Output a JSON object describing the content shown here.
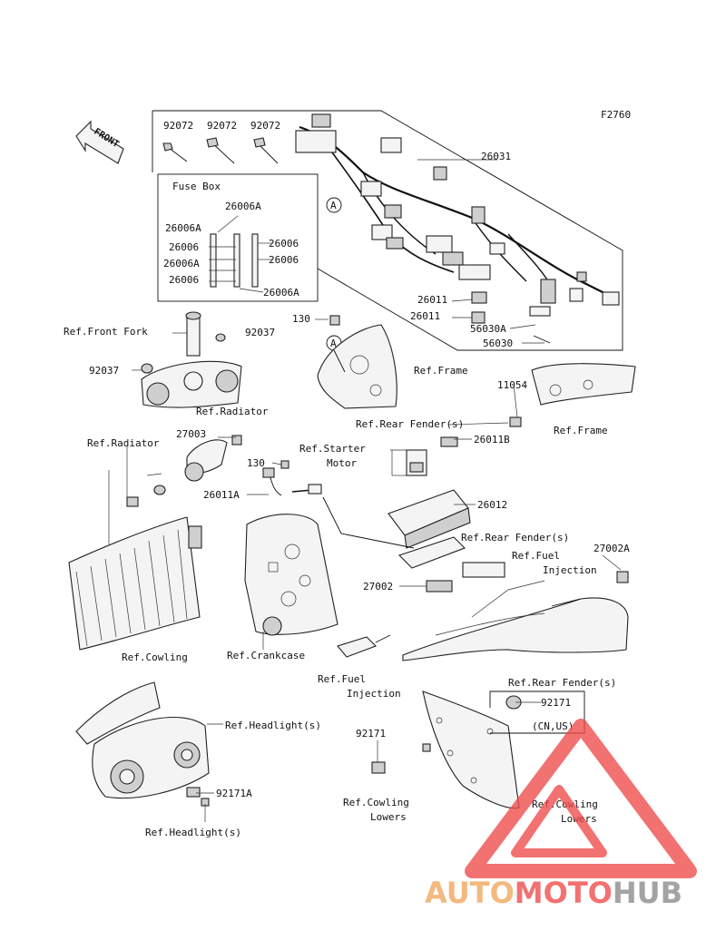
{
  "figure_code": "F2760",
  "front_label": "FRONT",
  "fuse_box_title": "Fuse Box",
  "circle_marker": "A",
  "part_labels": {
    "p92072a": "92072",
    "p92072b": "92072",
    "p92072c": "92072",
    "p26031": "26031",
    "fb_26006A_top": "26006A",
    "fb_26006A_left1": "26006A",
    "fb_26006_l1": "26006",
    "fb_26006A_left2": "26006A",
    "fb_26006_l2": "26006",
    "fb_26006_r1": "26006",
    "fb_26006_r2": "26006",
    "fb_26006A_bottom": "26006A",
    "p26011a": "26011",
    "p26011b": "26011",
    "p56030A": "56030A",
    "p56030": "56030",
    "p130a": "130",
    "p92037a": "92037",
    "p92037b": "92037",
    "p11054": "11054",
    "p27003": "27003",
    "p26011B": "26011B",
    "p130b": "130",
    "p26011A": "26011A",
    "p26012": "26012",
    "p27002A": "27002A",
    "p27002": "27002",
    "p92171a": "92171",
    "p92171b": "92171",
    "p92171A": "92171A",
    "cn_us": "(CN,US)"
  },
  "ref_labels": {
    "front_fork": "Ref.Front Fork",
    "frame1": "Ref.Frame",
    "frame2": "Ref.Frame",
    "radiator1": "Ref.Radiator",
    "radiator2": "Ref.Radiator",
    "rear_fender1": "Ref.Rear Fender(s)",
    "starter1": "Ref.Starter",
    "starter2": "Motor",
    "rear_fender2": "Ref.Rear Fender(s)",
    "fuel_inj1a": "Ref.Fuel",
    "fuel_inj1b": "Injection",
    "cowling": "Ref.Cowling",
    "crankcase": "Ref.Crankcase",
    "fuel_inj2a": "Ref.Fuel",
    "fuel_inj2b": "Injection",
    "rear_fender3": "Ref.Rear Fender(s)",
    "headlight1": "Ref.Headlight(s)",
    "headlight2": "Ref.Headlight(s)",
    "cowl_lowers1a": "Ref.Cowling",
    "cowl_lowers1b": "Lowers",
    "cowl_lowers2a": "Ref.Cowling",
    "cowl_lowers2b": "Lowers"
  },
  "watermark": {
    "part1": "AUTO",
    "part2": "MOTO",
    "part3": "HUB",
    "color1": "#f2a65a",
    "color2": "#ef4a4a",
    "color3": "#8a8a8a"
  }
}
